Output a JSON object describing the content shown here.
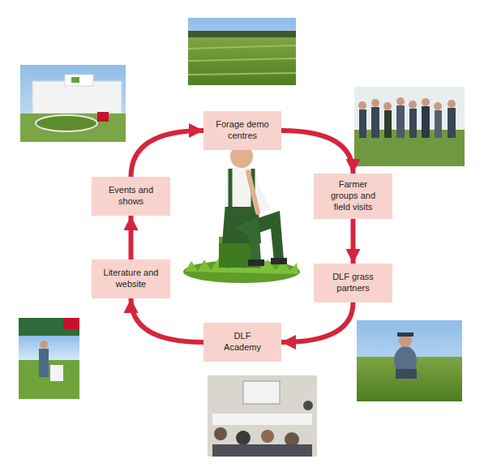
{
  "diagram": {
    "nodes": [
      {
        "text": [
          "Forage demo centres"
        ]
      },
      {
        "text": [
          "Farmer groups and field visits"
        ]
      },
      {
        "text": [
          "DLF grass partners"
        ]
      },
      {
        "text": [
          "DLF Academy"
        ]
      },
      {
        "text": [
          "Literature and website"
        ]
      },
      {
        "text": [
          "Events and shows"
        ]
      }
    ],
    "edges": [
      {
        "from": 0,
        "to": 1,
        "arrow": "to"
      },
      {
        "from": 1,
        "to": 2,
        "arrow": "to"
      },
      {
        "from": 2,
        "to": 3,
        "arrow": "to"
      },
      {
        "from": 3,
        "to": 4,
        "arrow": "to"
      },
      {
        "from": 4,
        "to": 5,
        "arrow": "to"
      },
      {
        "from": 5,
        "to": 0,
        "arrow": "to"
      }
    ]
  }
}
